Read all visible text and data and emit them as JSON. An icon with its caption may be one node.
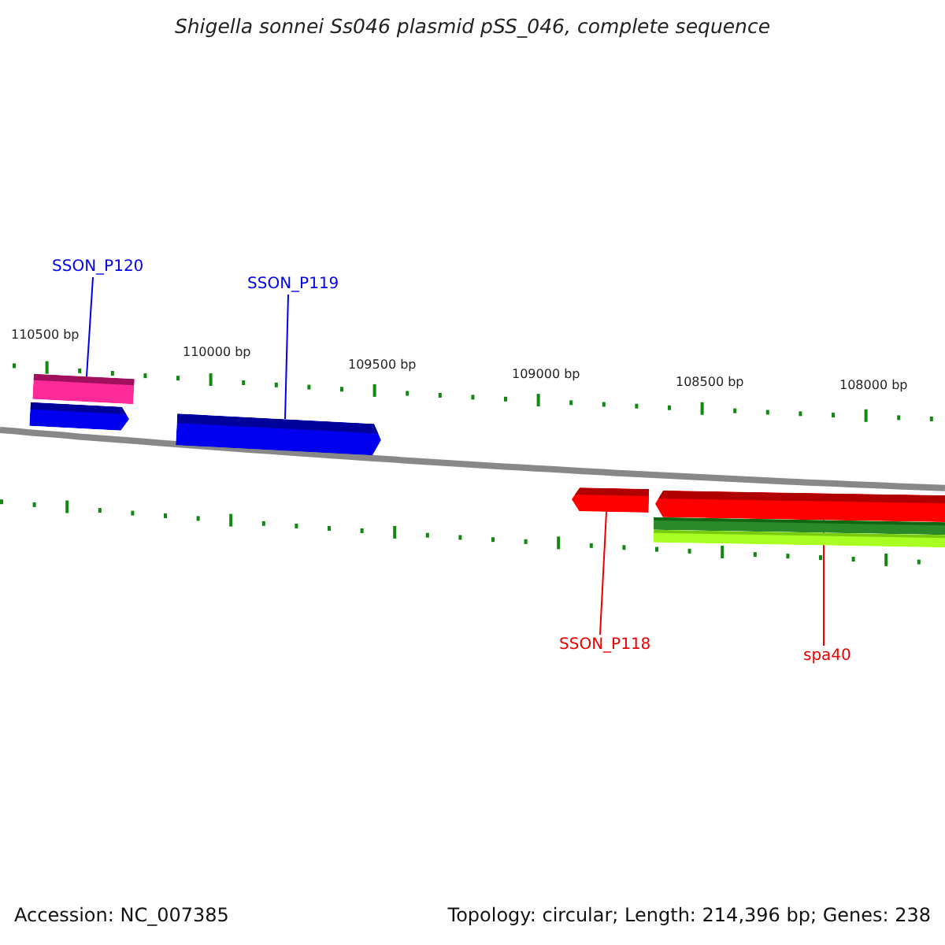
{
  "diagram": {
    "title": "Shigella sonnei Ss046 plasmid pSS_046, complete sequence",
    "nodes": [
      {
        "text": [
          "SSON_P120"
        ]
      },
      {
        "text": [
          "SSON_P119"
        ]
      },
      {
        "text": [
          "SSON_P118"
        ]
      },
      {
        "text": [
          "spa40"
        ]
      },
      {
        "text": [],
        "shape": "bar"
      },
      {
        "text": [],
        "shape": "arrow"
      },
      {
        "text": [],
        "shape": "arrow"
      },
      {
        "text": [],
        "shape": "arrow"
      },
      {
        "text": [],
        "shape": "arrow"
      },
      {
        "text": [],
        "shape": "bar"
      },
      {
        "text": [],
        "shape": "bar"
      }
    ],
    "edges": [
      {
        "from": 0,
        "to": 4,
        "arrow": "none",
        "color": "#0000ee"
      },
      {
        "from": 1,
        "to": 6,
        "arrow": "none",
        "color": "#0000ee"
      },
      {
        "from": 2,
        "to": 7,
        "arrow": "none",
        "color": "#ee0000"
      },
      {
        "from": 3,
        "to": 8,
        "arrow": "none",
        "color": "#ee0000"
      }
    ],
    "labels": [
      "110500 bp",
      "110000 bp",
      "109500 bp",
      "109000 bp",
      "108500 bp",
      "108000 bp",
      "Accession: NC_007385",
      "Topology: circular; Length: 214,396 bp; Genes: 238"
    ]
  }
}
